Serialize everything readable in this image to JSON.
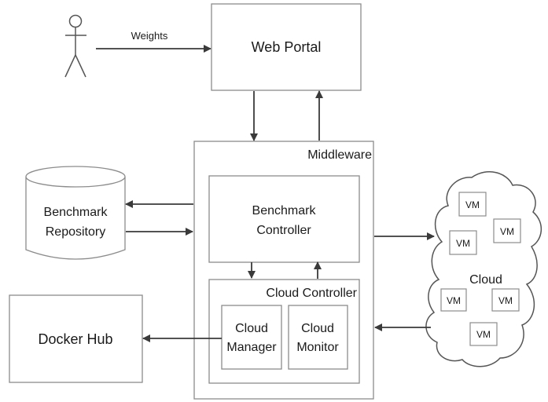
{
  "actor": {
    "edge_label": "Weights"
  },
  "web_portal": {
    "label": "Web Portal"
  },
  "middleware": {
    "label": "Middleware"
  },
  "benchmark_controller": {
    "line1": "Benchmark",
    "line2": "Controller"
  },
  "benchmark_repository": {
    "line1": "Benchmark",
    "line2": "Repository"
  },
  "cloud_controller": {
    "label": "Cloud Controller"
  },
  "cloud_manager": {
    "line1": "Cloud",
    "line2": "Manager"
  },
  "cloud_monitor": {
    "line1": "Cloud",
    "line2": "Monitor"
  },
  "docker_hub": {
    "label": "Docker Hub"
  },
  "cloud": {
    "label": "Cloud",
    "vms": [
      "VM",
      "VM",
      "VM",
      "VM",
      "VM",
      "VM"
    ]
  }
}
